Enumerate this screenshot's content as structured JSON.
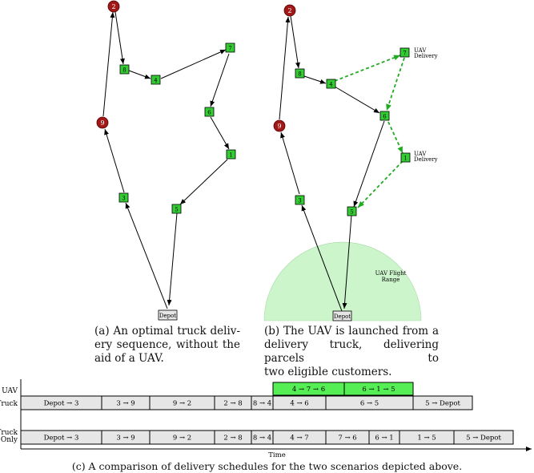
{
  "panel_a": {
    "nodes": {
      "n2": "2",
      "n8": "8",
      "n4": "4",
      "n7": "7",
      "n6": "6",
      "n9": "9",
      "n1": "1",
      "n3": "3",
      "n5": "5",
      "depot": "Depot"
    },
    "caption_lines": [
      "(a) An optimal truck deliv-",
      "ery sequence, without the",
      "aid of a UAV."
    ]
  },
  "panel_b": {
    "nodes": {
      "n2": "2",
      "n8": "8",
      "n4": "4",
      "n7": "7",
      "n6": "6",
      "n9": "9",
      "n1": "1",
      "n3": "3",
      "n5": "5",
      "depot": "Depot"
    },
    "uav_label_1": [
      "UAV",
      "Delivery"
    ],
    "uav_label_2": [
      "UAV",
      "Delivery"
    ],
    "range_label": [
      "UAV Flight",
      "Range"
    ],
    "caption_lines": [
      "(b) The UAV is launched from a",
      "delivery truck, delivering parcels to",
      "two eligible customers."
    ]
  },
  "schedule": {
    "row_labels": {
      "uav": "UAV",
      "truck": "Truck",
      "truck_only_1": "Truck",
      "truck_only_2": "Only"
    },
    "uav_segments": [
      "4 → 7 → 6",
      "6 → 1 → 5"
    ],
    "truck_segments": [
      "Depot → 3",
      "3 → 9",
      "9 → 2",
      "2 → 8",
      "8 → 4",
      "4 → 6",
      "6 → 5",
      "5 → Depot"
    ],
    "truck_only_segments": [
      "Depot → 3",
      "3 → 9",
      "9 → 2",
      "2 → 8",
      "8 → 4",
      "4 → 7",
      "7 → 6",
      "6 → 1",
      "1 → 5",
      "5 → Depot"
    ],
    "axis_label": "Time",
    "caption": "(c) A comparison of delivery schedules for the two scenarios depicted above."
  },
  "colors": {
    "customer_green": "#33cc33",
    "uav_bar": "#55ee55",
    "uav_range": "#ccf5cc",
    "red_node": "#a01818",
    "bar_gray": "#e6e6e6",
    "uav_path": "#22aa22"
  }
}
